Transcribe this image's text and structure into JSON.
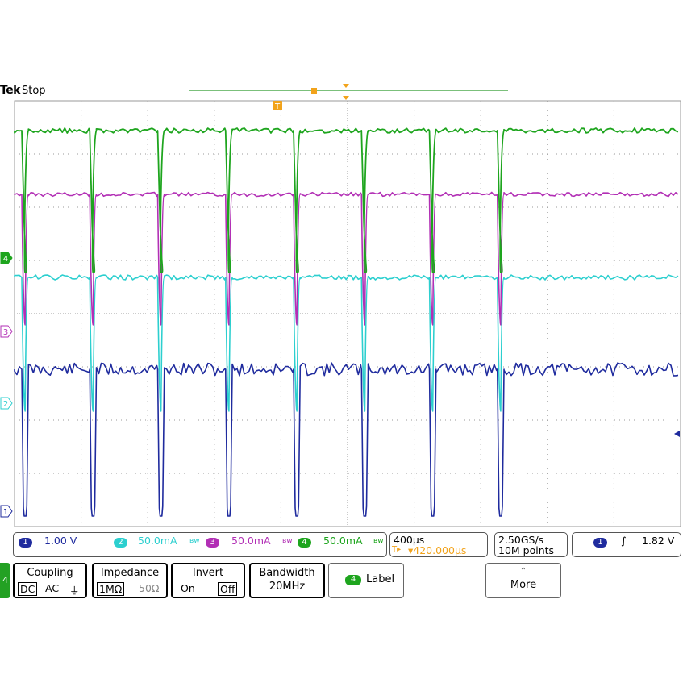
{
  "header": {
    "brand": "Tek",
    "status": "Stop"
  },
  "trigger_marker": "T",
  "channel_markers": [
    "4",
    "3",
    "2",
    "1"
  ],
  "colors": {
    "ch1": "#1f2b9e",
    "ch2": "#2ccfcf",
    "ch3": "#b22fb5",
    "ch4": "#1ea51e",
    "orange": "#f2a31b",
    "grid": "#9a9a9a"
  },
  "readouts": {
    "ch1": {
      "num": "1",
      "value": "1.00 V"
    },
    "ch2": {
      "num": "2",
      "value": "50.0mA"
    },
    "ch3": {
      "num": "3",
      "value": "50.0mA"
    },
    "ch4": {
      "num": "4",
      "value": "50.0mA"
    },
    "bw_symbol": "ʙw",
    "timebase": "400µs",
    "trigger_position": "▾420.000µs",
    "trigger_position_prefix": "T▸",
    "sample_rate": "2.50GS/s",
    "record_length": "10M points",
    "trigger_channel": "1",
    "trigger_level": "1.82 V",
    "trigger_slope": "∫"
  },
  "menu": {
    "active_channel": "4",
    "coupling": {
      "title": "Coupling",
      "options": [
        "DC",
        "AC",
        "⏚"
      ],
      "selected": "DC"
    },
    "impedance": {
      "title": "Impedance",
      "options": [
        "1MΩ",
        "50Ω"
      ],
      "selected": "1MΩ"
    },
    "invert": {
      "title": "Invert",
      "options": [
        "On",
        "Off"
      ],
      "selected": "Off"
    },
    "bandwidth": {
      "title": "Bandwidth",
      "value": "20MHz"
    },
    "label": {
      "channel": "4",
      "text": "Label"
    },
    "more": {
      "icon": "⌃",
      "text": "More"
    }
  },
  "waveform": {
    "period_us": 408,
    "pulse_width_us": 40,
    "screen_time_us": 4000,
    "pulse_count": 8
  }
}
